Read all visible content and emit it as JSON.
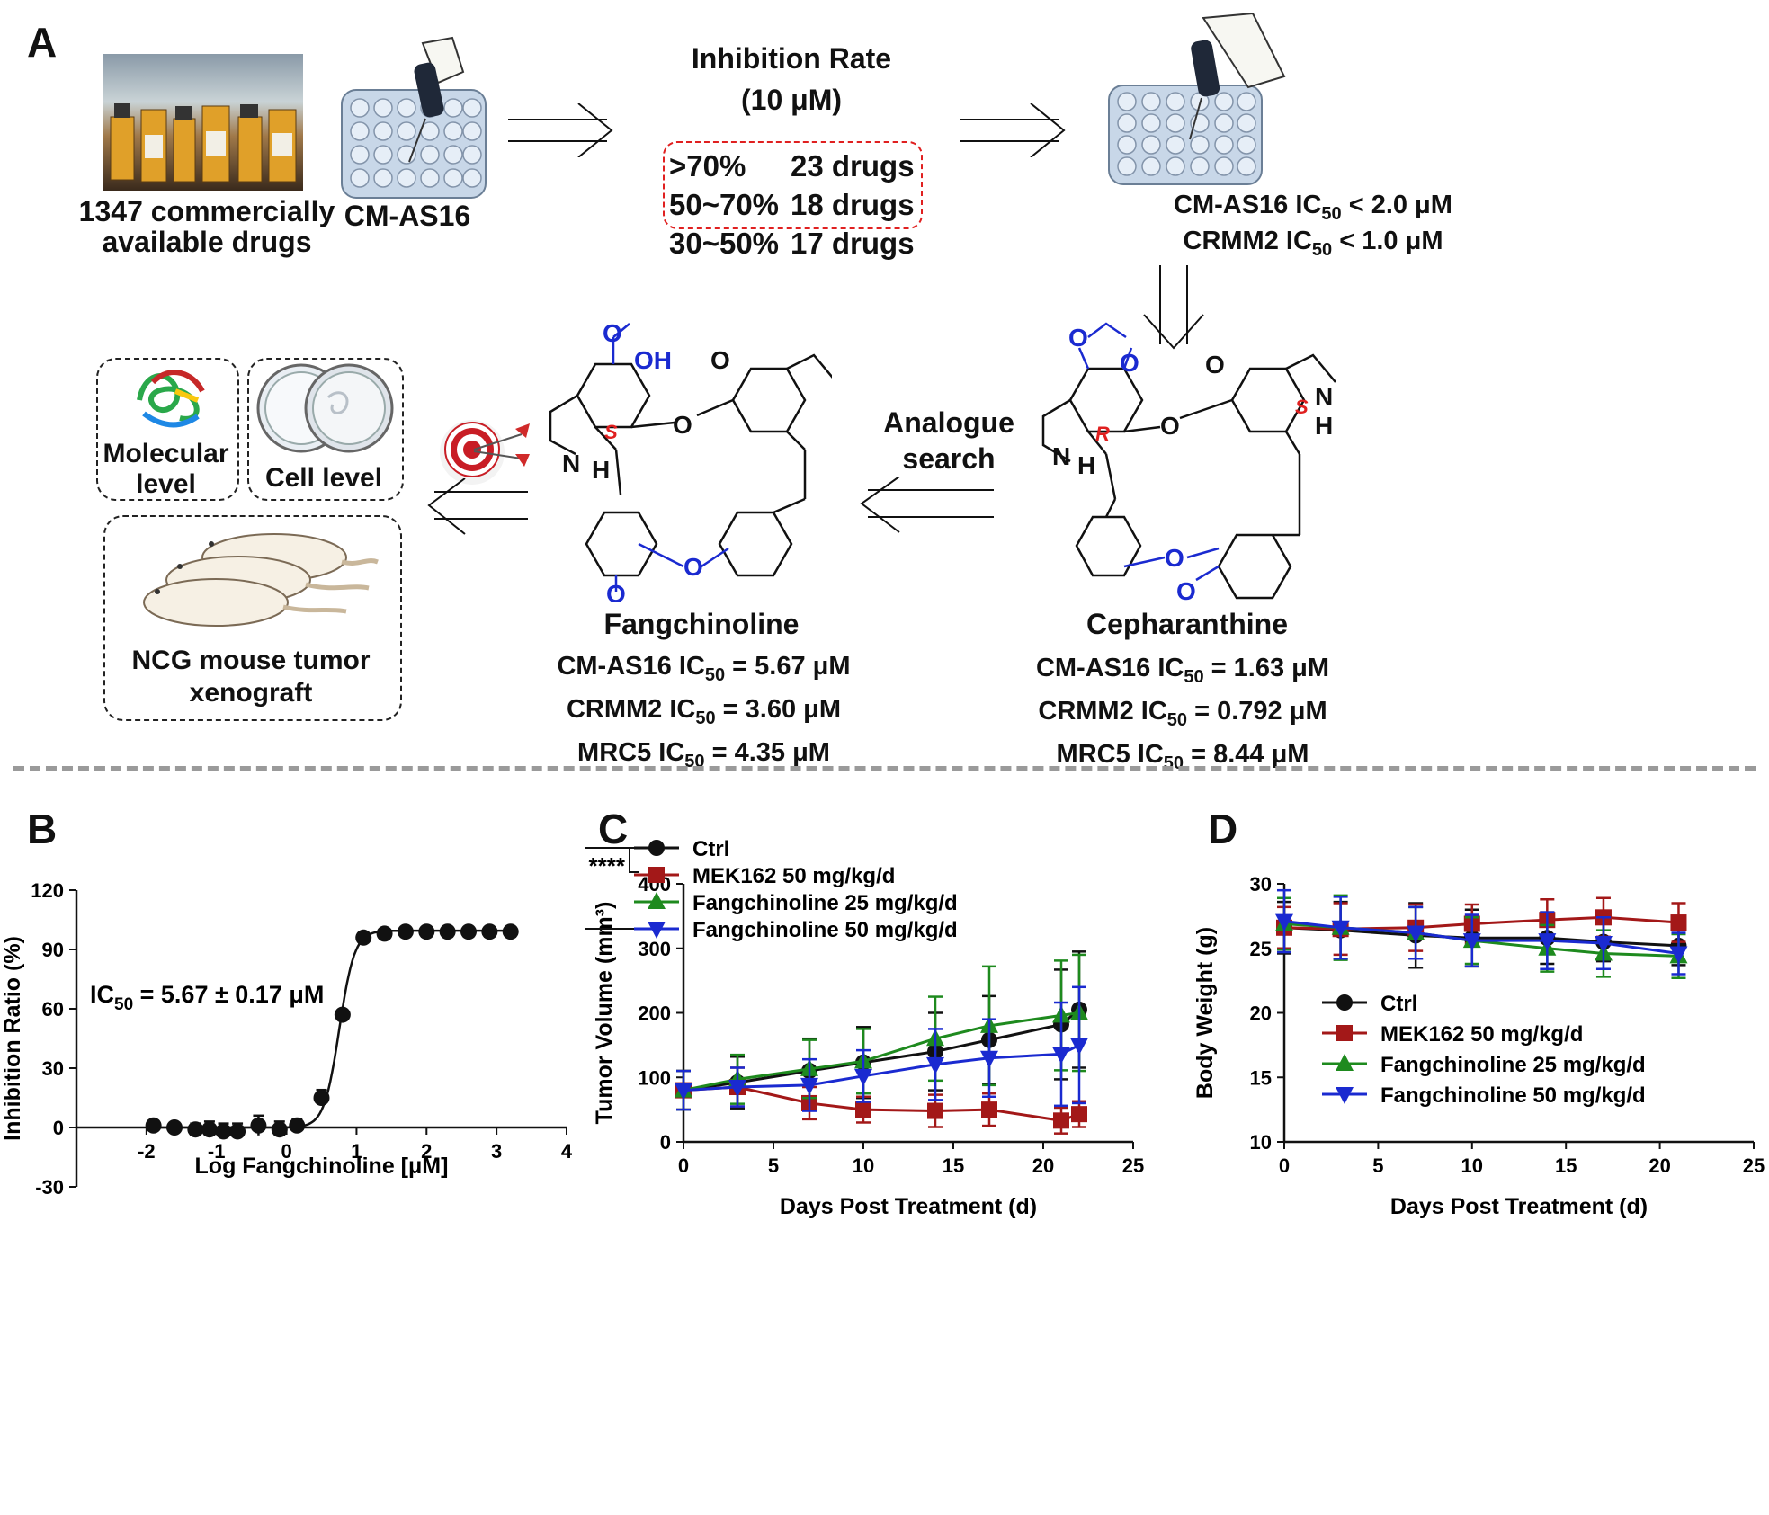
{
  "panelA": {
    "letter": "A",
    "drugs_label": [
      "1347 commercially",
      "available drugs"
    ],
    "cell_line_label": "CM-AS16",
    "inhibition_title": [
      "Inhibition Rate",
      "(10 μM)"
    ],
    "rates": [
      {
        "range": ">70%",
        "count": "23 drugs"
      },
      {
        "range": "50~70%",
        "count": "18 drugs"
      },
      {
        "range": "30~50%",
        "count": "17 drugs"
      }
    ],
    "screen2_criteria": [
      {
        "line": "CM-AS16",
        "sub": "50",
        "value": " < 2.0 μM"
      },
      {
        "line": "CRMM2",
        "sub": "50",
        "value": " < 1.0 μM"
      }
    ],
    "analogue_label": [
      "Analogue",
      "search"
    ],
    "fangchinoline": {
      "name": "Fangchinoline",
      "ic50": [
        {
          "line": "CM-AS16",
          "value": " = 5.67 μM"
        },
        {
          "line": "CRMM2",
          "value": " = 3.60 μM"
        },
        {
          "line": "MRC5",
          "value": " = 4.35 μM"
        }
      ],
      "atoms": {
        "oh": "OH",
        "o": "O",
        "n": "N",
        "h": "H",
        "s": "S"
      }
    },
    "cepharanthine": {
      "name": "Cepharanthine",
      "ic50": [
        {
          "line": "CM-AS16",
          "value": " = 1.63 μM"
        },
        {
          "line": "CRMM2",
          "value": " = 0.792 μM"
        },
        {
          "line": "MRC5",
          "value": " = 8.44 μM"
        }
      ],
      "atoms": {
        "r": "R"
      }
    },
    "levels": {
      "molecular": [
        "Molecular",
        "level"
      ],
      "cell": "Cell level",
      "mouse": [
        "NCG mouse tumor",
        "xenograft"
      ]
    },
    "ic50_prefix": "IC",
    "ic50_sub": "50"
  },
  "chart_data": [
    {
      "panel": "B",
      "type": "scatter",
      "xlabel": "Log Fangchinoline [μM]",
      "ylabel": "Inhibition Ratio (%)",
      "xlim": [
        -3,
        4
      ],
      "ylim": [
        -30,
        120
      ],
      "xticks": [
        -2,
        -1,
        0,
        1,
        2,
        3,
        4
      ],
      "yticks": [
        -30,
        0,
        30,
        60,
        90,
        120
      ],
      "annotation": {
        "prefix": "IC",
        "sub": "50",
        "text": " = 5.67 ± 0.17 μM"
      },
      "points": [
        {
          "x": -1.9,
          "y": 1,
          "err": 1
        },
        {
          "x": -1.6,
          "y": 0,
          "err": 1
        },
        {
          "x": -1.3,
          "y": -1,
          "err": 3
        },
        {
          "x": -1.1,
          "y": -1,
          "err": 4
        },
        {
          "x": -0.9,
          "y": -2,
          "err": 4
        },
        {
          "x": -0.7,
          "y": -2,
          "err": 4
        },
        {
          "x": -0.4,
          "y": 1,
          "err": 5
        },
        {
          "x": -0.1,
          "y": -1,
          "err": 4
        },
        {
          "x": 0.15,
          "y": 1,
          "err": 3
        },
        {
          "x": 0.5,
          "y": 15,
          "err": 4
        },
        {
          "x": 0.8,
          "y": 57,
          "err": 2
        },
        {
          "x": 1.1,
          "y": 96,
          "err": 1
        },
        {
          "x": 1.4,
          "y": 98,
          "err": 1
        },
        {
          "x": 1.7,
          "y": 99,
          "err": 0
        },
        {
          "x": 2.0,
          "y": 99,
          "err": 0
        },
        {
          "x": 2.3,
          "y": 99,
          "err": 0
        },
        {
          "x": 2.6,
          "y": 99,
          "err": 0
        },
        {
          "x": 2.9,
          "y": 99,
          "err": 0
        },
        {
          "x": 3.2,
          "y": 99,
          "err": 0
        }
      ],
      "fit": {
        "bottom": 0,
        "top": 99.5,
        "logic50": 0.754,
        "hill": 4
      }
    },
    {
      "panel": "C",
      "type": "line",
      "xlabel": "Days Post Treatment (d)",
      "ylabel": "Tumor Volume (mm³)",
      "xlim": [
        0,
        25
      ],
      "ylim": [
        0,
        400
      ],
      "xticks": [
        0,
        5,
        10,
        15,
        20,
        25
      ],
      "yticks": [
        0,
        100,
        200,
        300,
        400
      ],
      "significance": [
        "****",
        "**"
      ],
      "series": [
        {
          "name": "Ctrl",
          "color": "#111111",
          "marker": "circle",
          "x": [
            0,
            3,
            7,
            10,
            14,
            17,
            21,
            22
          ],
          "y": [
            80,
            92,
            110,
            123,
            140,
            158,
            182,
            205
          ],
          "err": [
            30,
            40,
            50,
            55,
            60,
            68,
            85,
            90
          ]
        },
        {
          "name": "MEK162 50 mg/kg/d",
          "color": "#a31818",
          "marker": "square",
          "x": [
            0,
            3,
            7,
            10,
            14,
            17,
            21,
            22
          ],
          "y": [
            80,
            85,
            60,
            50,
            48,
            50,
            33,
            43
          ],
          "err": [
            30,
            30,
            25,
            20,
            25,
            25,
            20,
            20
          ]
        },
        {
          "name": "Fangchinoline 25 mg/kg/d",
          "color": "#1e8a1e",
          "marker": "triangle-up",
          "x": [
            0,
            3,
            7,
            10,
            14,
            17,
            21,
            22
          ],
          "y": [
            80,
            97,
            113,
            125,
            160,
            180,
            196,
            200
          ],
          "err": [
            30,
            38,
            45,
            50,
            65,
            92,
            85,
            90
          ]
        },
        {
          "name": "Fangchinoline 50 mg/kg/d",
          "color": "#1a2ad0",
          "marker": "triangle-down",
          "x": [
            0,
            3,
            7,
            10,
            14,
            17,
            21,
            22
          ],
          "y": [
            80,
            85,
            88,
            102,
            120,
            130,
            136,
            150
          ],
          "err": [
            30,
            30,
            40,
            40,
            55,
            60,
            80,
            90
          ]
        }
      ]
    },
    {
      "panel": "D",
      "type": "line",
      "xlabel": "Days Post Treatment (d)",
      "ylabel": "Body Weight (g)",
      "xlim": [
        0,
        25
      ],
      "ylim": [
        10,
        30
      ],
      "xticks": [
        0,
        5,
        10,
        15,
        20,
        25
      ],
      "yticks": [
        10,
        15,
        20,
        25,
        30
      ],
      "series": [
        {
          "name": "Ctrl",
          "color": "#111111",
          "marker": "circle",
          "x": [
            0,
            3,
            7,
            10,
            14,
            17,
            21
          ],
          "y": [
            26.6,
            26.4,
            26.0,
            25.8,
            25.8,
            25.5,
            25.2
          ],
          "err": [
            2.0,
            2.2,
            2.5,
            2.2,
            2.0,
            1.5,
            1.5
          ]
        },
        {
          "name": "MEK162 50 mg/kg/d",
          "color": "#a31818",
          "marker": "square",
          "x": [
            0,
            3,
            7,
            10,
            14,
            17,
            21
          ],
          "y": [
            26.6,
            26.5,
            26.6,
            26.9,
            27.2,
            27.4,
            27.0
          ],
          "err": [
            1.6,
            2.0,
            1.8,
            1.5,
            1.6,
            1.5,
            1.5
          ]
        },
        {
          "name": "Fangchinoline 25 mg/kg/d",
          "color": "#1e8a1e",
          "marker": "triangle-up",
          "x": [
            0,
            3,
            7,
            10,
            14,
            17,
            21
          ],
          "y": [
            26.9,
            26.6,
            26.2,
            25.6,
            25.0,
            24.6,
            24.4
          ],
          "err": [
            2.0,
            2.5,
            2.0,
            1.8,
            1.8,
            1.8,
            1.7
          ]
        },
        {
          "name": "Fangchinoline 50 mg/kg/d",
          "color": "#1a2ad0",
          "marker": "triangle-down",
          "x": [
            0,
            3,
            7,
            10,
            14,
            17,
            21
          ],
          "y": [
            27.1,
            26.6,
            26.2,
            25.6,
            25.6,
            25.4,
            24.6
          ],
          "err": [
            2.4,
            2.4,
            2.0,
            2.0,
            2.2,
            2.0,
            1.6
          ]
        }
      ]
    }
  ]
}
